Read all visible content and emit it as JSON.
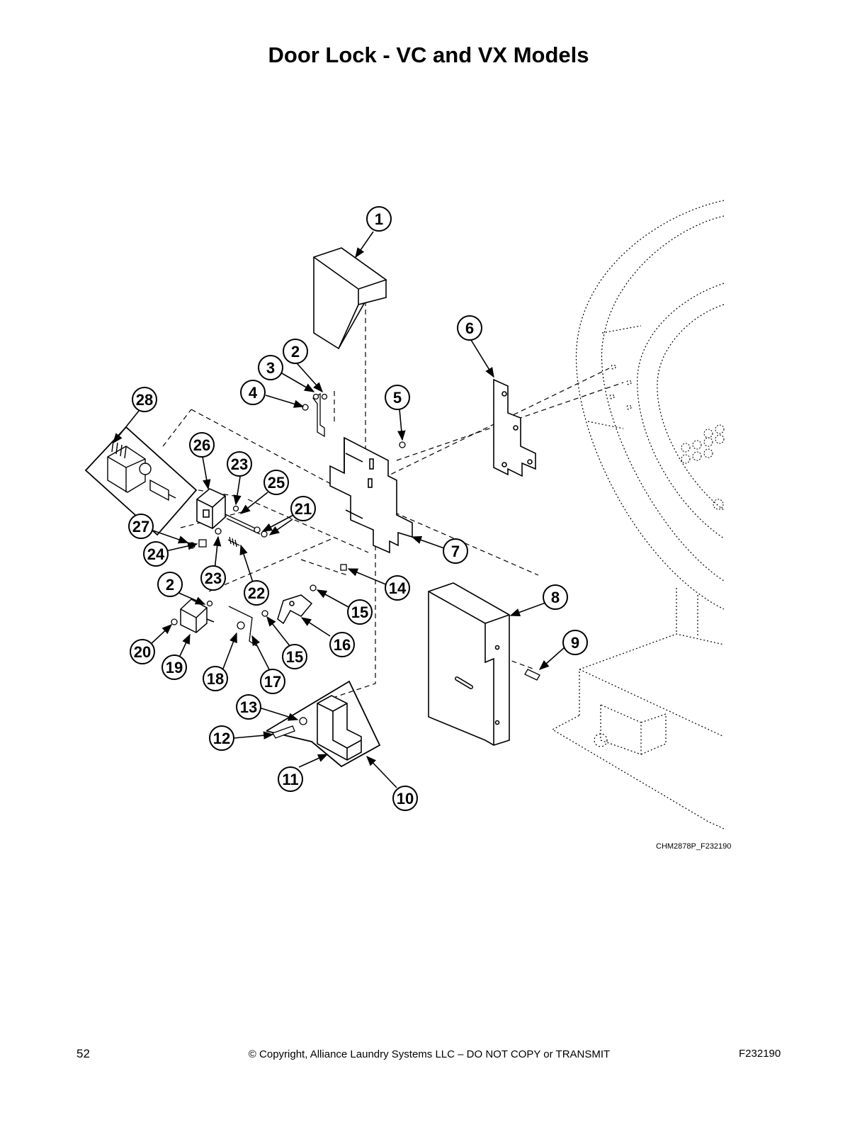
{
  "page": {
    "title": "Door Lock - VC and VX Models",
    "figure_code": "CHM2878P_F232190",
    "page_number": "52",
    "copyright": "© Copyright, Alliance Laundry Systems LLC – DO NOT COPY or TRANSMIT",
    "document_code": "F232190"
  },
  "callouts": [
    "1",
    "2",
    "3",
    "4",
    "28",
    "5",
    "6",
    "26",
    "23",
    "25",
    "21",
    "27",
    "24",
    "7",
    "23",
    "22",
    "2",
    "14",
    "15",
    "8",
    "16",
    "9",
    "15",
    "20",
    "19",
    "18",
    "17",
    "13",
    "12",
    "11",
    "10"
  ]
}
